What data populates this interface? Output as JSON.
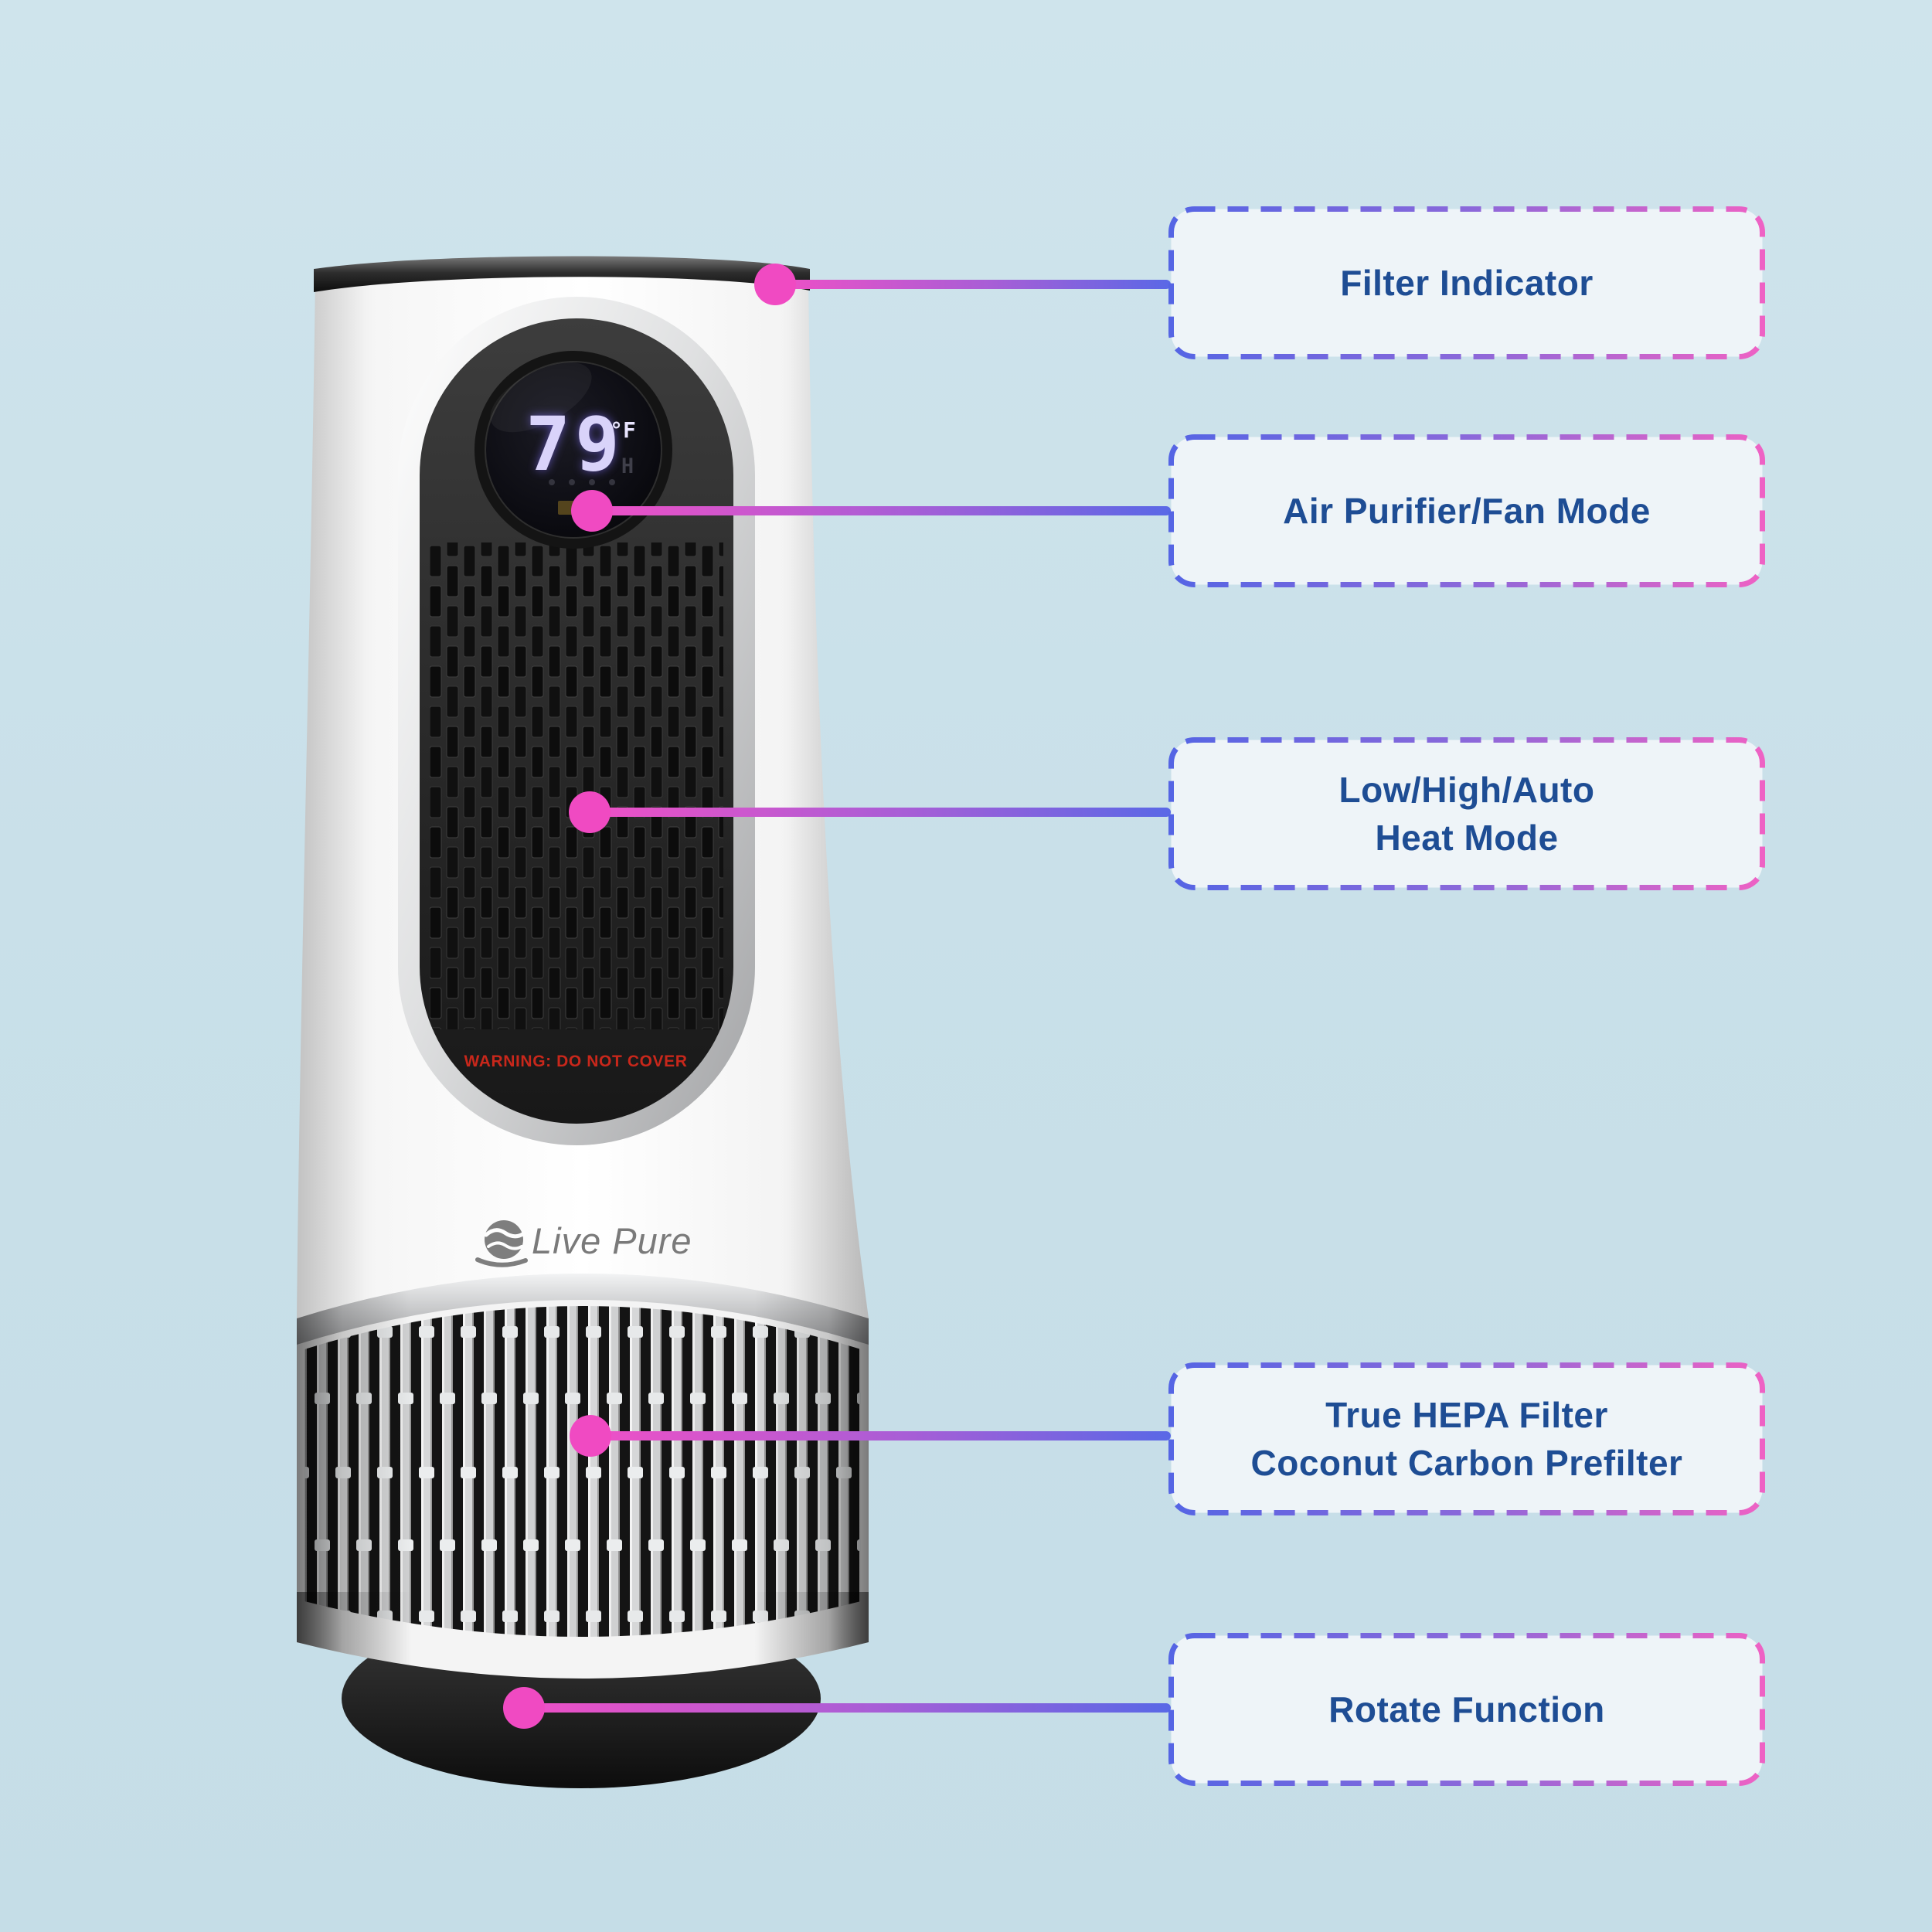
{
  "product": {
    "brand": "Live Pure",
    "display": {
      "temperature": "79",
      "unit": "°F",
      "heat_indicator": "H"
    },
    "warning": "WARNING: DO NOT COVER"
  },
  "callouts": [
    {
      "id": "filter-indicator",
      "lines": [
        "Filter Indicator"
      ]
    },
    {
      "id": "air-purifier-fan-mode",
      "lines": [
        "Air Purifier/Fan Mode"
      ]
    },
    {
      "id": "heat-mode",
      "lines": [
        "Low/High/Auto",
        "Heat Mode"
      ]
    },
    {
      "id": "hepa-filter",
      "lines": [
        "True HEPA Filter",
        "Coconut Carbon Prefilter"
      ]
    },
    {
      "id": "rotate-function",
      "lines": [
        "Rotate Function"
      ]
    }
  ],
  "colors": {
    "background": "#c9e0e9",
    "callout_box_background": "#eef4f8",
    "callout_text": "#1e4d94",
    "accent_blue": "#5a68e6",
    "accent_pink": "#f04ac2",
    "warning_red": "#c8271b"
  }
}
